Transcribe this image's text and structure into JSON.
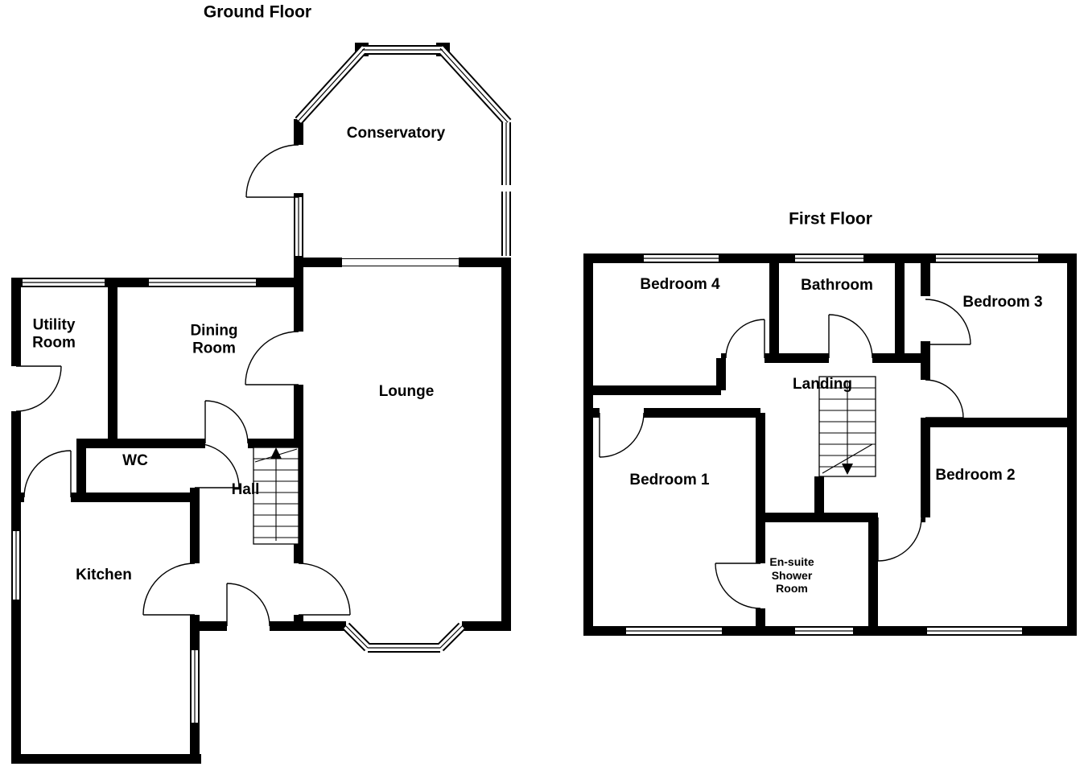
{
  "colors": {
    "wall": "#000000",
    "background": "#ffffff"
  },
  "ground_floor": {
    "title": "Ground Floor",
    "rooms": {
      "conservatory": "Conservatory",
      "lounge": "Lounge",
      "dining_room": "Dining\nRoom",
      "utility_room": "Utility\nRoom",
      "wc": "WC",
      "hall": "Hall",
      "kitchen": "Kitchen"
    }
  },
  "first_floor": {
    "title": "First Floor",
    "rooms": {
      "bedroom_4": "Bedroom 4",
      "bathroom": "Bathroom",
      "bedroom_3": "Bedroom 3",
      "landing": "Landing",
      "bedroom_1": "Bedroom 1",
      "bedroom_2": "Bedroom 2",
      "ensuite": "En-suite\nShower\nRoom"
    }
  }
}
